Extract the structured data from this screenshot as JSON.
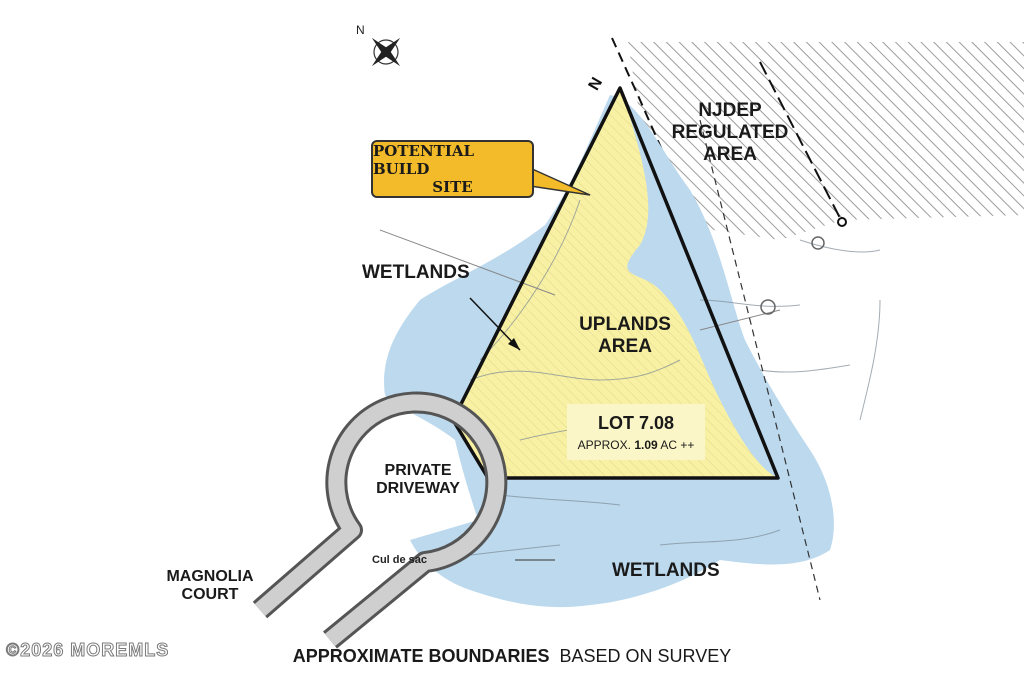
{
  "labels": {
    "njdep": [
      "NJDEP",
      "REGULATED",
      "AREA"
    ],
    "callout": [
      "POTENTIAL BUILD",
      "SITE"
    ],
    "wetlands_left": "WETLANDS",
    "uplands": [
      "UPLANDS",
      "AREA"
    ],
    "lot_title": "LOT 7.08",
    "lot_approx_prefix": "APPROX.",
    "lot_acreage": "1.09",
    "lot_approx_suffix": "AC ++",
    "driveway": [
      "PRIVATE",
      "DRIVEWAY"
    ],
    "street": [
      "MAGNOLIA",
      "COURT"
    ],
    "wetlands_bottom": "WETLANDS",
    "cul_de_sac": "Cul de sac"
  },
  "footer": {
    "bold": "APPROXIMATE BOUNDARIES",
    "normal": "BASED ON SURVEY"
  },
  "watermark": "©2026 MOREMLS",
  "colors": {
    "wetlands": "#bcd9ee",
    "uplands": "#f8f1a4",
    "callout": "#f3bb2a",
    "hatch": "#8a8a8a",
    "boundary": "#111111"
  },
  "icons": [
    "north-arrow-icon"
  ]
}
